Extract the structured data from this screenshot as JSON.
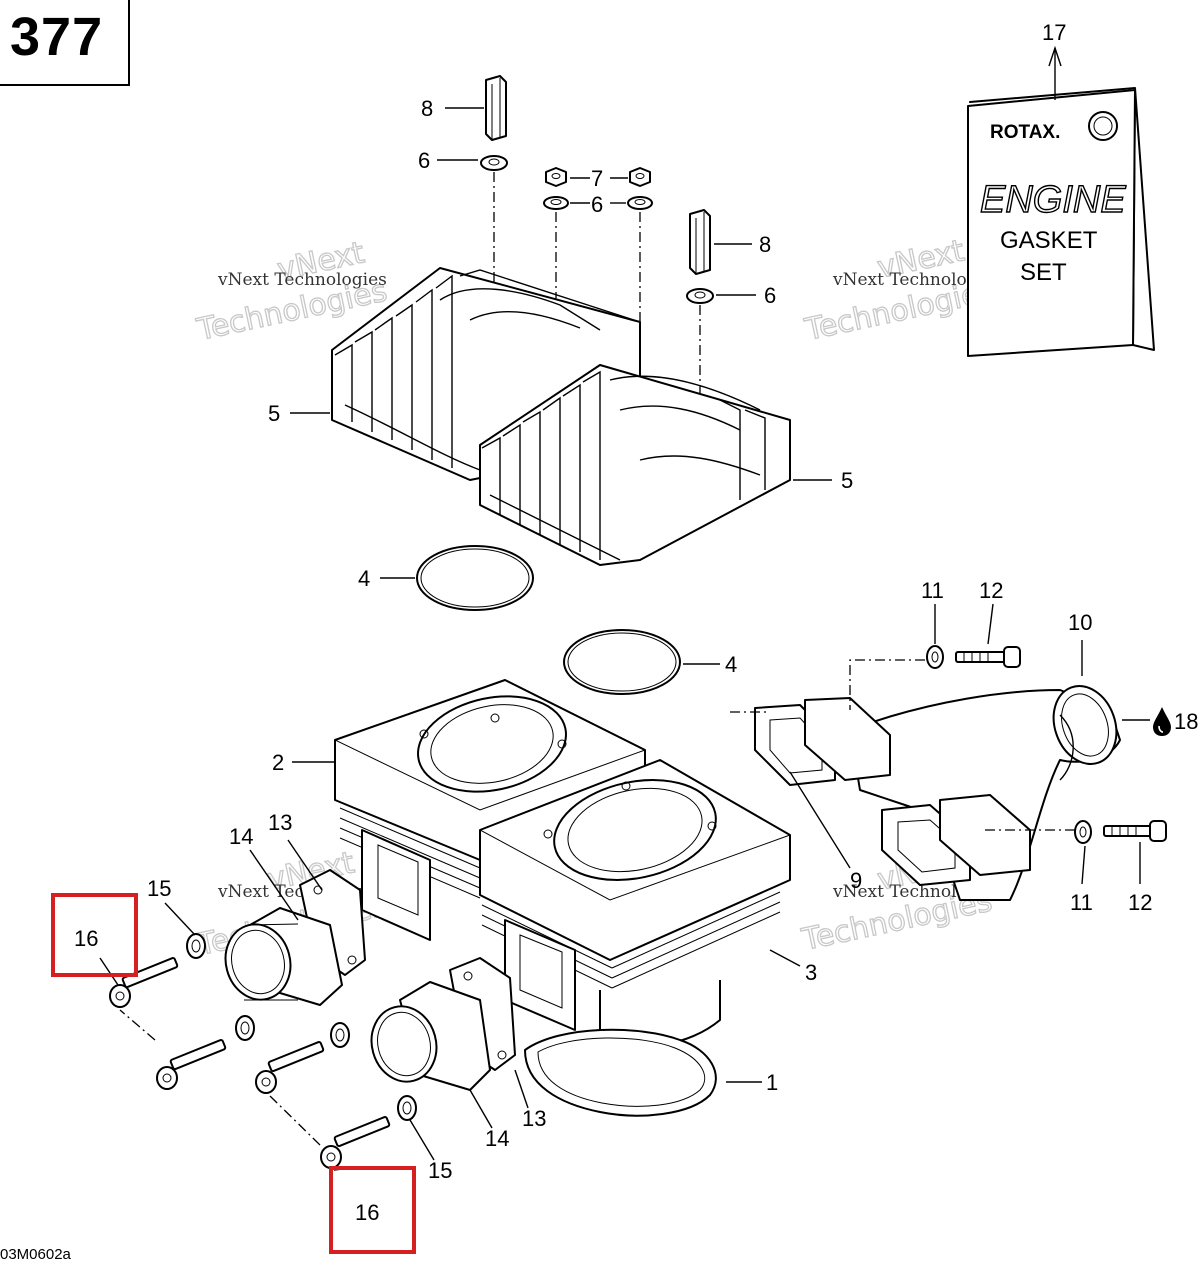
{
  "page_number": "377",
  "figure_code": "03M0602a",
  "kit": {
    "brand": "ROTAX.",
    "line1": "ENGINE",
    "line2": "GASKET",
    "line3": "SET"
  },
  "watermark": {
    "line1": "vNext Technologies",
    "line2": "Technologies",
    "line3": "vNext"
  },
  "highlight_color": "#d42020",
  "callouts": [
    {
      "text": "1"
    },
    {
      "text": "2"
    },
    {
      "text": "3"
    },
    {
      "text": "4"
    },
    {
      "text": "4"
    },
    {
      "text": "5"
    },
    {
      "text": "5"
    },
    {
      "text": "6"
    },
    {
      "text": "6"
    },
    {
      "text": "6"
    },
    {
      "text": "7"
    },
    {
      "text": "8"
    },
    {
      "text": "8"
    },
    {
      "text": "9"
    },
    {
      "text": "10"
    },
    {
      "text": "11"
    },
    {
      "text": "11"
    },
    {
      "text": "12"
    },
    {
      "text": "12"
    },
    {
      "text": "13"
    },
    {
      "text": "13"
    },
    {
      "text": "14"
    },
    {
      "text": "14"
    },
    {
      "text": "15"
    },
    {
      "text": "15"
    },
    {
      "text": "16"
    },
    {
      "text": "16"
    },
    {
      "text": "17"
    },
    {
      "text": "18"
    }
  ]
}
